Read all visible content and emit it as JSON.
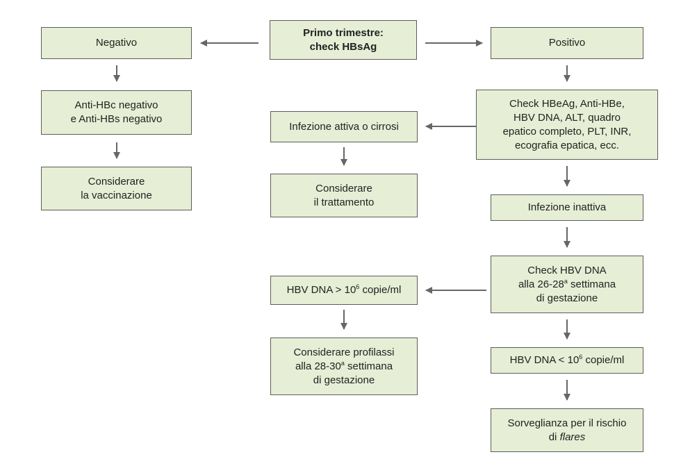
{
  "colors": {
    "box_fill": "#e6eed5",
    "box_border": "#5c5c5c",
    "arrow": "#666666"
  },
  "nodes": {
    "start": {
      "line1": "Primo trimestre:",
      "line2": "check HBsAg"
    },
    "negative": {
      "label": "Negativo"
    },
    "anti_hbc": {
      "line1": "Anti-HBc negativo",
      "line2": "e Anti-HBs negativo"
    },
    "vaccination": {
      "line1": "Considerare",
      "line2": "la vaccinazione"
    },
    "positive": {
      "label": "Positivo"
    },
    "check_hbeag": {
      "line1": "Check HBeAg, Anti-HBe,",
      "line2": "HBV DNA, ALT, quadro",
      "line3": "epatico completo, PLT, INR,",
      "line4": "ecografia epatica, ecc."
    },
    "active": {
      "label": "Infezione attiva o cirrosi"
    },
    "treatment": {
      "line1": "Considerare",
      "line2": "il trattamento"
    },
    "inactive": {
      "label": "Infezione inattiva"
    },
    "check_dna": {
      "line1": "Check HBV DNA",
      "line2_pre": "alla 26-28",
      "line2_sup": "a",
      "line2_post": " settimana",
      "line3": "di gestazione"
    },
    "dna_high": {
      "pre": "HBV DNA > 10",
      "sup": "6",
      "post": " copie/ml"
    },
    "prophylaxis": {
      "line1": "Considerare profilassi",
      "line2_pre": "alla 28-30",
      "line2_sup": "a",
      "line2_post": " settimana",
      "line3": "di gestazione"
    },
    "dna_low": {
      "pre": "HBV DNA < 10",
      "sup": "6",
      "post": " copie/ml"
    },
    "surveillance": {
      "line1": "Sorveglianza per il rischio",
      "line2_pre": "di ",
      "line2_em": "flares"
    }
  }
}
